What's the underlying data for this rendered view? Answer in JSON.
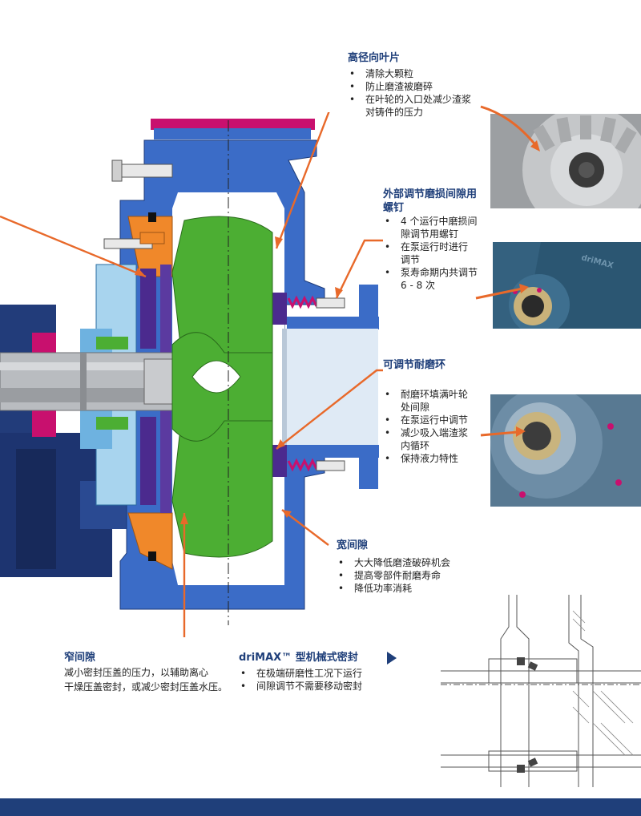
{
  "callouts": {
    "high_vane": {
      "title": "高径向叶片",
      "items": [
        "清除大颗粒",
        "防止磨渣被磨碎",
        "在叶轮的入口处减少渣浆\n对铸件的压力"
      ]
    },
    "external_screw": {
      "title": "外部调节磨损间隙用\n螺钉",
      "items": [
        "4 个运行中磨损间\n隙调节用螺钉",
        "在泵运行时进行\n调节",
        "泵寿命期内共调节\n6 - 8 次"
      ]
    },
    "wear_ring": {
      "title": "可调节耐磨环",
      "items": [
        "耐磨环填满叶轮\n处间隙",
        "在泵运行中调节",
        "减少吸入端渣浆\n内循环",
        "保持液力特性"
      ]
    },
    "wide_gap": {
      "title": "宽间隙",
      "items": [
        "大大降低磨渣破碎机会",
        "提高零部件耐磨寿命",
        "降低功率消耗"
      ]
    },
    "narrow_gap": {
      "title": "窄间隙",
      "text": "减小密封压盖的压力，以辅助离心\n干燥压盖密封，或减少密封压盖水压。"
    },
    "drimax_seal": {
      "title": "driMAX™ 型机械式密封",
      "items": [
        "在极端研磨性工况下运行",
        "间隙调节不需要移动密封"
      ]
    }
  },
  "photo_labels": {
    "driMAX_cast": "driMAX"
  },
  "colors": {
    "heading_blue": "#1f3f7a",
    "arrow_orange": "#e8692a",
    "casing_blue": "#3b6cc7",
    "impeller_green": "#4cae33",
    "liner_orange": "#f0882a",
    "shaft_gray": "#b9bcc0",
    "seal_magenta": "#c8106e"
  }
}
